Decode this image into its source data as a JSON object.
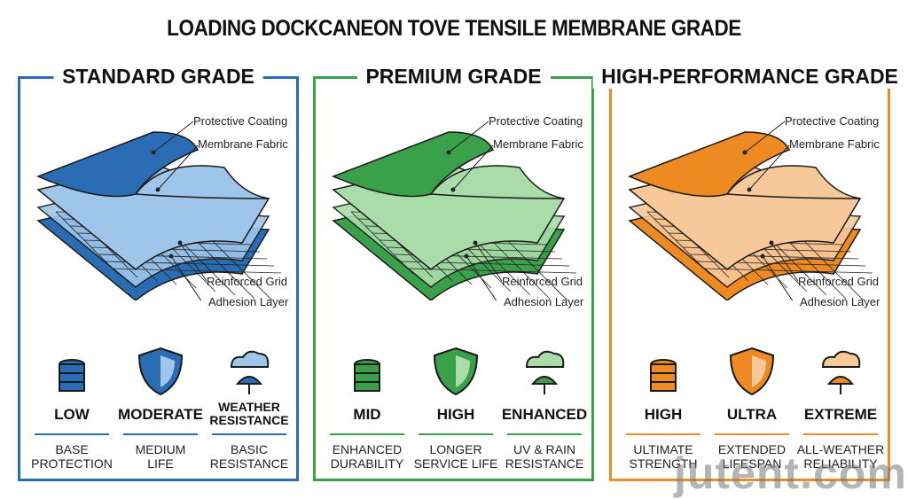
{
  "title": "LOADING DOCKCANEON TOVE TENSILE MEMBRANE GRADE",
  "layer_labels": [
    "Protective Coating",
    "Membrane Fabric",
    "Reinforced Grid",
    "Adhesion Layer"
  ],
  "panels": [
    {
      "title": "STANDARD GRADE",
      "color": "#2a6db5",
      "dark": "#1d4f8f",
      "light": "#9fc6ea",
      "features": [
        {
          "icon": "database-stack-icon",
          "head": "LOW",
          "sub1": "BASE",
          "sub2": "PROTECTION"
        },
        {
          "icon": "shield-icon",
          "head": "MODERATE",
          "sub1": "MEDIUM",
          "sub2": "LIFE"
        },
        {
          "icon": "cloud-umbrella-icon",
          "head": "WEATHER RESISTANCE",
          "sub1": "BASIC",
          "sub2": "RESISTANCE"
        }
      ]
    },
    {
      "title": "PREMIUM GRADE",
      "color": "#3aa14a",
      "dark": "#27773a",
      "light": "#a9dca9",
      "features": [
        {
          "icon": "coins-stack-icon",
          "head": "MID",
          "sub1": "ENHANCED",
          "sub2": "DURABILITY"
        },
        {
          "icon": "shield-gears-icon",
          "head": "HIGH",
          "sub1": "LONGER",
          "sub2": "SERVICE LIFE"
        },
        {
          "icon": "rain-sun-umbrella-icon",
          "head": "ENHANCED",
          "sub1": "UV & RAIN",
          "sub2": "RESISTANCE"
        }
      ]
    },
    {
      "title": "HIGH-PERFORMANCE GRADE",
      "color": "#ee8a22",
      "dark": "#c0661a",
      "light": "#f7c99a",
      "features": [
        {
          "icon": "coins-stack-icon",
          "head": "HIGH",
          "sub1": "ULTIMATE",
          "sub2": "STRENGTH"
        },
        {
          "icon": "shield-emblem-icon",
          "head": "ULTRA",
          "sub1": "EXTENDED",
          "sub2": "LIFESPAN"
        },
        {
          "icon": "all-weather-icon",
          "head": "EXTREME",
          "sub1": "ALL-WEATHER",
          "sub2": "RELIABILITY"
        }
      ]
    }
  ],
  "watermark": "jutent.com"
}
